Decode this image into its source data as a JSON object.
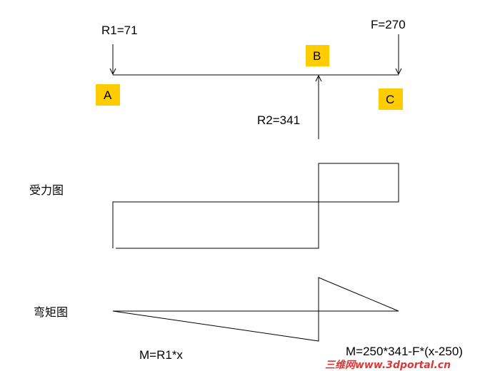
{
  "beam": {
    "reaction_left": "R1=71",
    "reaction_mid": "R2=341",
    "load_right": "F=270",
    "point_a": "A",
    "point_b": "B",
    "point_c": "C",
    "badge_color": "#ffcc00"
  },
  "diagrams": {
    "shear_label": "受力图",
    "moment_label": "弯矩图",
    "moment_formula_left": "M=R1*x",
    "moment_formula_right": "M=250*341-F*(x-250)"
  },
  "watermark": "三维网www.3dportal.cn"
}
